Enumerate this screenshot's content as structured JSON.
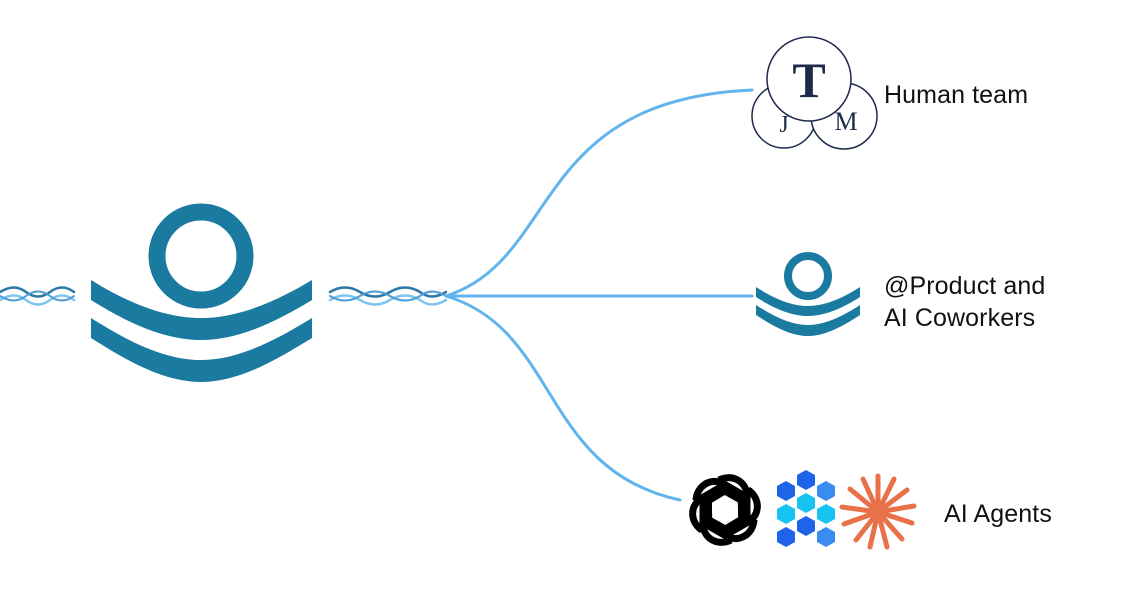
{
  "colors": {
    "brand": "#1a7aa0",
    "connector": "#62b4ec",
    "wave_dark": "#2a77a8",
    "wave_light": "#7fc4f0",
    "avatar_border": "#1c2a4a",
    "openai": "#000000",
    "hex_dark": "#1f63e8",
    "hex_light": "#16c4f2",
    "claude": "#e8714a",
    "text": "#111111"
  },
  "hub": {
    "logo_icon": "brand-logo-icon"
  },
  "targets": {
    "human_team": {
      "label": "Human team",
      "avatars": [
        {
          "letter": "T",
          "icon": "avatar-t"
        },
        {
          "letter": "J",
          "icon": "avatar-j"
        },
        {
          "letter": "M",
          "icon": "avatar-m"
        }
      ]
    },
    "product": {
      "label_line1": "@Product and",
      "label_line2": "AI Coworkers",
      "icon": "brand-logo-icon"
    },
    "agents": {
      "label": "AI Agents",
      "icons": [
        "openai-icon",
        "hexagon-cluster-icon",
        "claude-burst-icon"
      ]
    }
  }
}
